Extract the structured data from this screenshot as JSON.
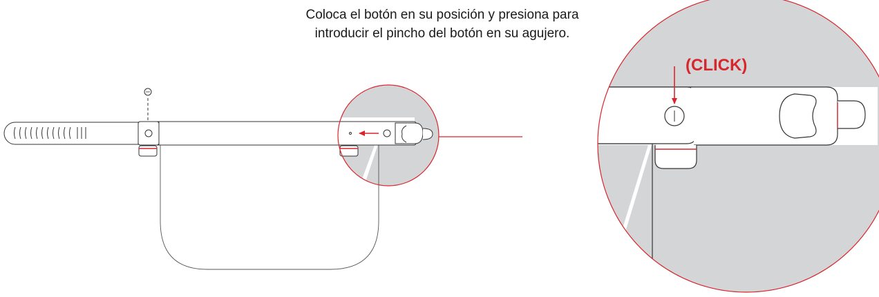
{
  "instruction": {
    "line1": "Coloca el botón en su posición y presiona para",
    "line2": "introducir el pincho del botón en su agujero."
  },
  "callout": {
    "label": "(CLICK)"
  },
  "colors": {
    "accent": "#d7262e",
    "zoom_fill": "#d4d5d7",
    "outline": "#333333",
    "background": "#ffffff"
  }
}
